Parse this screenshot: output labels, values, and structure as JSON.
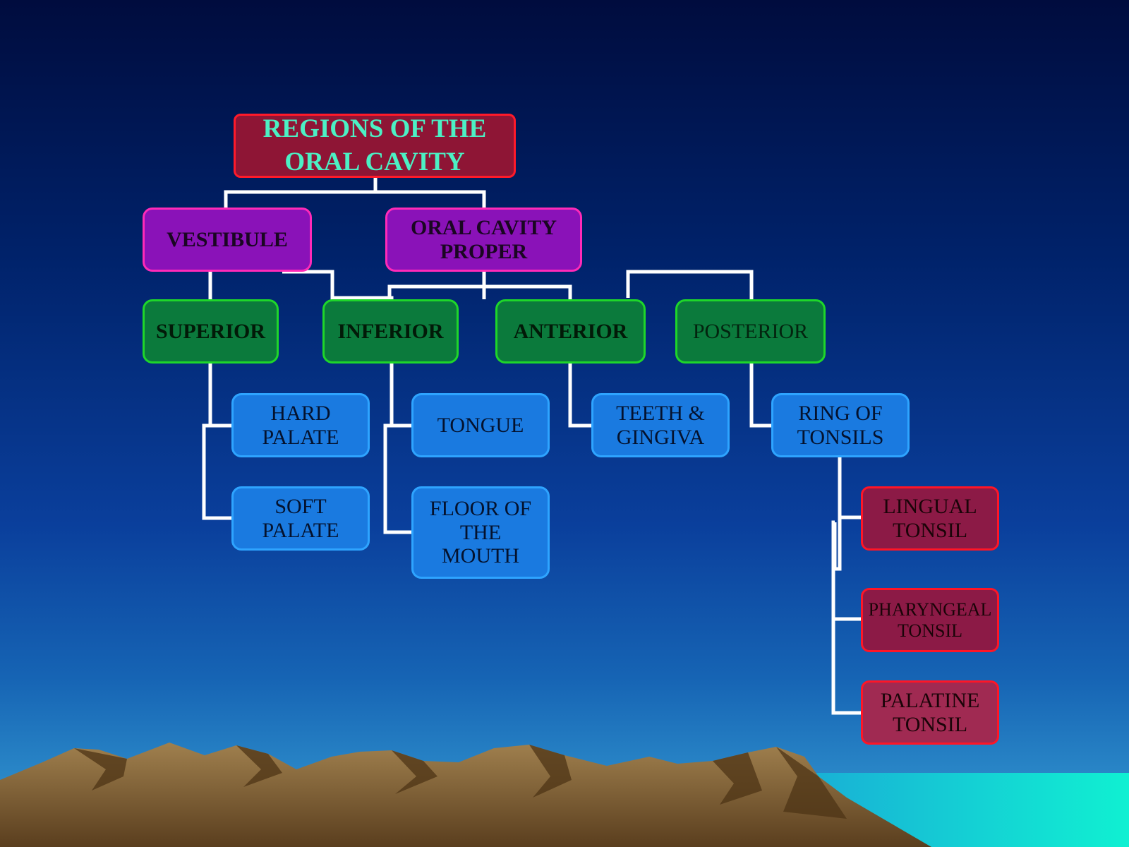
{
  "diagram": {
    "title": "REGIONS OF THE ORAL CAVITY",
    "regions": {
      "vestibule": "VESTIBULE",
      "proper": "ORAL CAVITY PROPER"
    },
    "walls": {
      "superior": "SUPERIOR",
      "inferior": "INFERIOR",
      "anterior": "ANTERIOR",
      "posterior": "POSTERIOR"
    },
    "parts": {
      "hard_palate": "HARD PALATE",
      "soft_palate": "SOFT PALATE",
      "tongue": "TONGUE",
      "floor_of_mouth": "FLOOR OF THE MOUTH",
      "teeth_gingiva": "TEETH & GINGIVA",
      "ring_of_tonsils": "RING OF TONSILS"
    },
    "tonsils": {
      "lingual": "LINGUAL TONSIL",
      "pharyngeal": "PHARYNGEAL TONSIL",
      "palatine": "PALATINE TONSIL"
    }
  },
  "colors": {
    "sky_top": "#000c3e",
    "sky_bottom": "#2f93cc",
    "connector": "#ffffff",
    "title_fill": "#8e1535",
    "title_text": "#4cf0c4",
    "region_fill": "#8a12b8",
    "wall_fill": "#0b7a3c",
    "part_fill": "#1a7ae0",
    "tonsil_fill": "#8c1a46",
    "sea": "#0fe6d0",
    "mountain": "#8a6a40"
  }
}
